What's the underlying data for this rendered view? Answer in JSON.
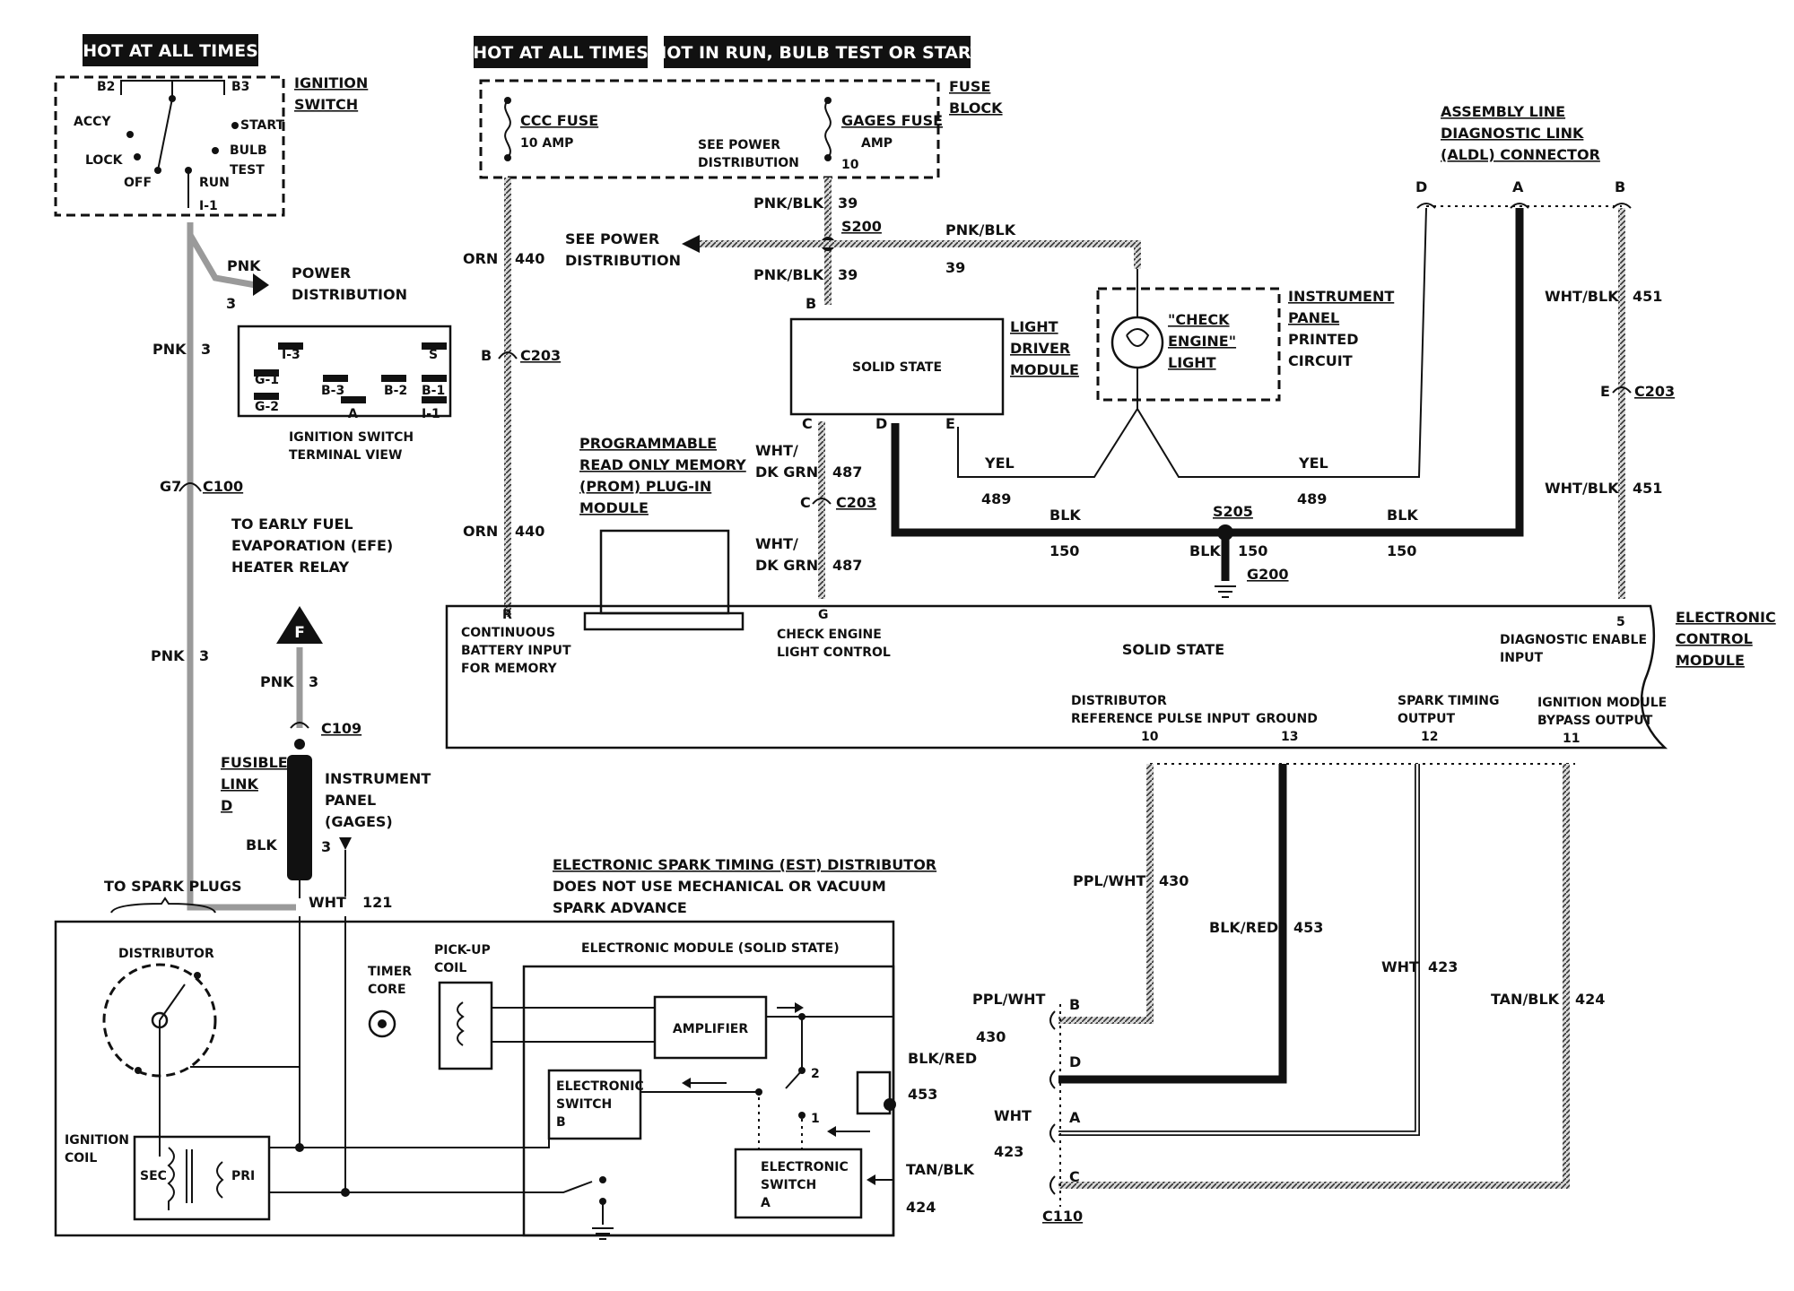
{
  "headers": {
    "hot_all_times_left": "HOT AT ALL TIMES",
    "hot_all_times_mid": "HOT AT ALL TIMES",
    "hot_run": "HOT IN RUN, BULB TEST OR START"
  },
  "ignition_switch": {
    "title1": "IGNITION",
    "title2": "SWITCH",
    "b2": "B2",
    "b3": "B3",
    "accy": "ACCY",
    "lock": "LOCK",
    "off": "OFF",
    "run": "RUN",
    "start": "START",
    "bulb": "BULB",
    "test": "TEST",
    "i1": "I-1"
  },
  "terminal_view": {
    "i3": "I-3",
    "s": "S",
    "g1": "G-1",
    "b3": "B-3",
    "b2": "B-2",
    "b1": "B-1",
    "g2": "G-2",
    "a": "A",
    "i1": "I-1",
    "cap1": "IGNITION SWITCH",
    "cap2": "TERMINAL VIEW"
  },
  "fuse_block": {
    "title1": "FUSE",
    "title2": "BLOCK",
    "ccc_fuse": "CCC FUSE",
    "ccc_amp": "10 AMP",
    "gages_fuse": "GAGES FUSE",
    "gages_amp": "AMP",
    "gages_num": "10",
    "see_power1": "SEE POWER",
    "see_power2": "DISTRIBUTION"
  },
  "power_dist": {
    "line1": "POWER",
    "line2": "DISTRIBUTION",
    "left_see1": "SEE POWER",
    "left_see2": "DISTRIBUTION"
  },
  "aldl": {
    "line1": "ASSEMBLY LINE",
    "line2": "DIAGNOSTIC LINK",
    "line3": "(ALDL) CONNECTOR",
    "d": "D",
    "a": "A",
    "b": "B"
  },
  "wires": {
    "pnk": "PNK",
    "pnk3": "3",
    "pnk_blk": "PNK/BLK",
    "n39": "39",
    "s200": "S200",
    "orn": "ORN",
    "n440": "440",
    "b": "B",
    "c203": "C203",
    "g7": "G7",
    "c100": "C100",
    "wht_blk": "WHT/BLK",
    "n451": "451",
    "e": "E",
    "wht": "WHT/",
    "dk_grn": "DK GRN",
    "n487": "487",
    "c": "C",
    "yel": "YEL",
    "n489": "489",
    "blk": "BLK",
    "n150": "150",
    "s205": "S205",
    "g200": "G200",
    "ppl_wht": "PPL/WHT",
    "n430": "430",
    "blk_red": "BLK/RED",
    "n453": "453",
    "wht_plain": "WHT",
    "n423": "423",
    "tan_blk": "TAN/BLK",
    "n424": "424",
    "c109": "C109",
    "c110": "C110",
    "n121": "121",
    "wht_label": "WHT",
    "f": "F"
  },
  "efe": {
    "line1": "TO EARLY FUEL",
    "line2": "EVAPORATION (EFE)",
    "line3": "HEATER RELAY"
  },
  "light_driver": {
    "box": "SOLID STATE",
    "t1": "LIGHT",
    "t2": "DRIVER",
    "t3": "MODULE",
    "pin_b": "B",
    "pin_c": "C",
    "pin_d": "D",
    "pin_e": "E"
  },
  "check_engine": {
    "l1": "\"CHECK",
    "l2": "ENGINE\"",
    "l3": "LIGHT"
  },
  "ipc": {
    "l1": "INSTRUMENT",
    "l2": "PANEL",
    "l3": "PRINTED",
    "l4": "CIRCUIT"
  },
  "prom": {
    "l1": "PROGRAMMABLE",
    "l2": "READ ONLY MEMORY",
    "l3": "(PROM) PLUG-IN",
    "l4": "MODULE"
  },
  "ecm": {
    "t1": "ELECTRONIC",
    "t2": "CONTROL",
    "t3": "MODULE",
    "solid_state": "SOLID STATE",
    "pin_r": "R",
    "cont1": "CONTINUOUS",
    "cont2": "BATTERY INPUT",
    "cont3": "FOR MEMORY",
    "pin_g": "G",
    "cel1": "CHECK ENGINE",
    "cel2": "LIGHT CONTROL",
    "pin_5": "5",
    "diag1": "DIAGNOSTIC ENABLE",
    "diag2": "INPUT",
    "dist1": "DISTRIBUTOR",
    "dist2": "REFERENCE PULSE INPUT",
    "dist_n": "10",
    "gnd": "GROUND",
    "gnd_n": "13",
    "spark1": "SPARK TIMING",
    "spark2": "OUTPUT",
    "spark_n": "12",
    "ign1": "IGNITION MODULE",
    "ign2": "BYPASS OUTPUT",
    "ign_n": "11"
  },
  "fusible": {
    "l1": "FUSIBLE",
    "l2": "LINK",
    "l3": "D",
    "blk": "BLK"
  },
  "ip_gages": {
    "l1": "INSTRUMENT",
    "l2": "PANEL",
    "l3": "(GAGES)",
    "n3": "3"
  },
  "est": {
    "l1": "ELECTRONIC SPARK TIMING (EST) DISTRIBUTOR",
    "l2": "DOES NOT USE MECHANICAL OR VACUUM",
    "l3": "SPARK ADVANCE"
  },
  "dist_box": {
    "spark_plugs": "TO SPARK PLUGS",
    "distributor": "DISTRIBUTOR",
    "timer1": "TIMER",
    "timer2": "CORE",
    "pickup1": "PICK-UP",
    "pickup2": "COIL",
    "module_title": "ELECTRONIC MODULE (SOLID STATE)",
    "amplifier": "AMPLIFIER",
    "esb1": "ELECTRONIC",
    "esb2": "SWITCH",
    "esb3": "B",
    "esa1": "ELECTRONIC",
    "esa2": "SWITCH",
    "esa3": "A",
    "coil1": "IGNITION",
    "coil2": "COIL",
    "sec": "SEC",
    "pri": "PRI",
    "n1": "1",
    "n2": "2",
    "pb": "B",
    "pd": "D",
    "pa": "A",
    "pc": "C"
  }
}
